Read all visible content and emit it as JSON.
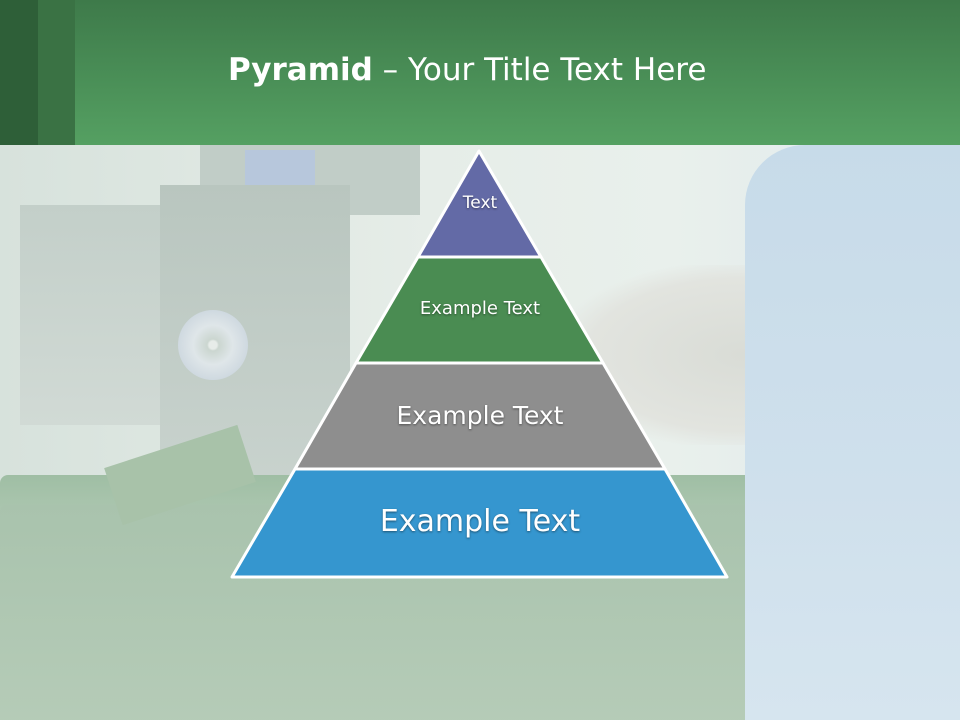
{
  "slide": {
    "title_bold": "Pyramid",
    "title_rest": " – Your Title Text Here"
  },
  "pyramid": {
    "tiers": [
      {
        "label": "Text",
        "color": "#636aa6"
      },
      {
        "label": "Example Text",
        "color": "#4a8c52"
      },
      {
        "label": "Example Text",
        "color": "#8e8e8e"
      },
      {
        "label": "Example Text",
        "color": "#3596cf"
      }
    ]
  },
  "colors": {
    "header": "#4a8f57",
    "header_dark": "#2e5f38"
  }
}
